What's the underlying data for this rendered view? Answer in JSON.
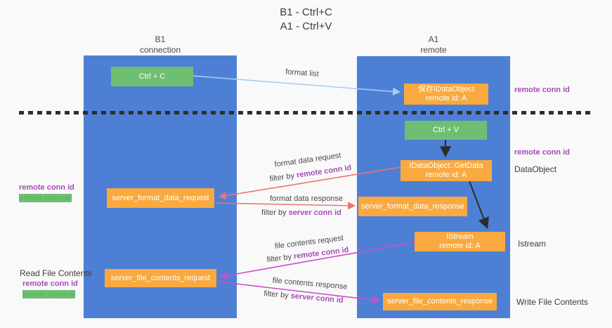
{
  "title": {
    "line1": "B1 - Ctrl+C",
    "line2": "A1 - Ctrl+V"
  },
  "columns": {
    "b1": {
      "name": "B1",
      "role": "connection"
    },
    "a1": {
      "name": "A1",
      "role": "remote"
    }
  },
  "boxes": {
    "ctrl_c": {
      "label": "Ctrl + C"
    },
    "save_idataobject": {
      "line1": "保存IDataObject",
      "line2": "remote id: A"
    },
    "ctrl_v": {
      "label": "Ctrl + V"
    },
    "idataobject_getdata": {
      "line1": "IDataObject::GetData",
      "line2": "remote id: A"
    },
    "server_format_data_request": {
      "label": "server_format_data_request"
    },
    "server_format_data_response": {
      "label": "server_format_data_response"
    },
    "istream": {
      "line1": "IStream",
      "line2": "remote id: A"
    },
    "server_file_contents_request": {
      "label": "server_file_contents_request"
    },
    "server_file_contents_response": {
      "label": "server_file_contents_response"
    }
  },
  "side_notes": {
    "remote_conn_id_top": "remote conn id",
    "remote_conn_id_mid": "remote conn id",
    "dataobject": "DataObject",
    "istream": "Istream",
    "write_file_contents": "Write File Contents",
    "read_file_contents": "Read File Contents",
    "left_remote_conn_id_1": "remote conn id",
    "left_server_conn_id_1": "server conn id",
    "left_remote_conn_id_2": "remote conn id",
    "left_server_conn_id_2": "server conn id"
  },
  "arrow_labels": {
    "format_list": "format list",
    "format_data_request": "format data request",
    "format_data_response": "format data response",
    "file_contents_request": "file contents request",
    "file_contents_response": "file contents response",
    "filter_prefix": "filter by ",
    "filter_remote": "remote conn id",
    "filter_server": "server conn id"
  },
  "colors": {
    "column_blue": "#4d80d5",
    "box_green": "#6fbf72",
    "box_orange": "#f9a93f",
    "purple": "#a64cb5",
    "green_text": "#5db761",
    "arrow_red": "#ee7370",
    "arrow_magenta": "#cb4ec8",
    "arrow_blue": "#a7cdf0",
    "arrow_black": "#2d2d2d",
    "background": "#f9f9fa"
  }
}
